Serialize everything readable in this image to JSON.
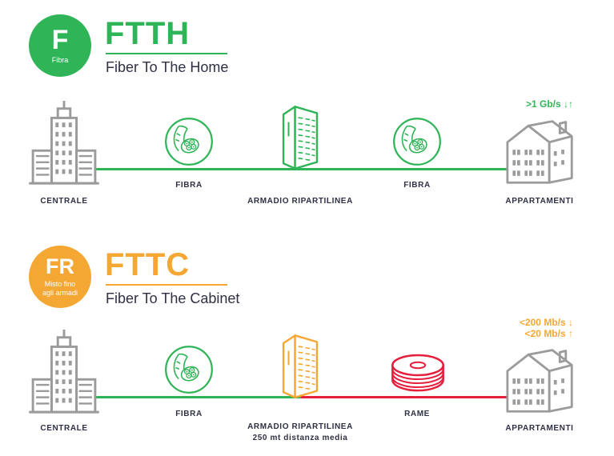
{
  "colors": {
    "green": "#2fb457",
    "orange": "#f5a733",
    "red": "#e51f3d",
    "gray": "#9b9b9b",
    "dark_text": "#2f3044"
  },
  "ftth": {
    "badge_letter": "F",
    "badge_sub": "Fibra",
    "title": "FTTH",
    "subtitle": "Fiber To The Home",
    "speed": ">1 Gb/s",
    "speed_arrows": "↓↑",
    "nodes": {
      "centrale": "CENTRALE",
      "fibra1": "FIBRA",
      "armadio": "ARMADIO RIPARTILINEA",
      "fibra2": "FIBRA",
      "appartamenti": "APPARTAMENTI"
    }
  },
  "fttc": {
    "badge_letter": "FR",
    "badge_sub1": "Misto fino",
    "badge_sub2": "agli armadi",
    "title": "FTTC",
    "subtitle": "Fiber To The Cabinet",
    "speed_down": "<200 Mb/s",
    "speed_down_arrow": "↓",
    "speed_up": "<20 Mb/s",
    "speed_up_arrow": "↑",
    "nodes": {
      "centrale": "CENTRALE",
      "fibra": "FIBRA",
      "armadio": "ARMADIO RIPARTILINEA",
      "armadio_sub": "250 mt distanza media",
      "rame": "RAME",
      "appartamenti": "APPARTAMENTI"
    }
  }
}
